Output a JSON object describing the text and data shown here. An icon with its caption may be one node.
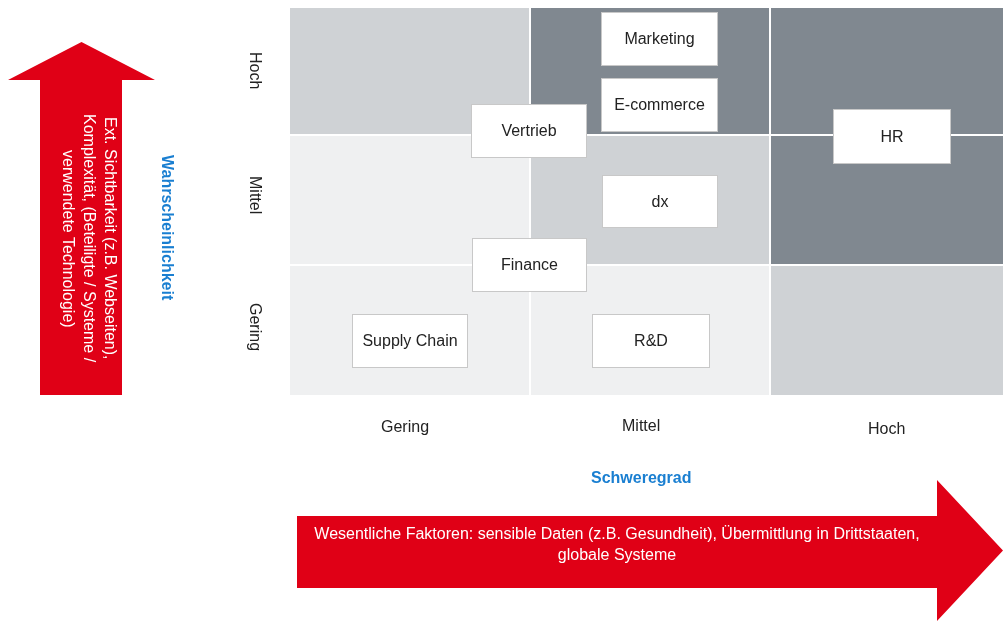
{
  "diagram": {
    "nodes": [
      {
        "text": [
          "Ext. Sichtbarkeit (z.B. Webseiten), Komplexität, (Beteiligte / Systeme / verwendete Technologie)"
        ]
      },
      {
        "text": [
          "Marketing"
        ]
      },
      {
        "text": [
          "E-commerce"
        ]
      },
      {
        "text": [
          "Vertrieb"
        ]
      },
      {
        "text": [
          "HR"
        ]
      },
      {
        "text": [
          "dx"
        ]
      },
      {
        "text": [
          "Finance"
        ]
      },
      {
        "text": [
          "Supply Chain"
        ]
      },
      {
        "text": [
          "R&D"
        ]
      },
      {
        "text": [
          "Wesentliche Faktoren: sensible Daten (z.B. Gesundheit), Übermittlung in Drittstaaten, globale Systeme"
        ]
      }
    ],
    "edges": [],
    "labels": [
      "Hoch",
      "Wahrscheinlichkeit",
      "Mittel",
      "Gering",
      "Gering",
      "Mittel",
      "Hoch",
      "Schweregrad"
    ]
  }
}
